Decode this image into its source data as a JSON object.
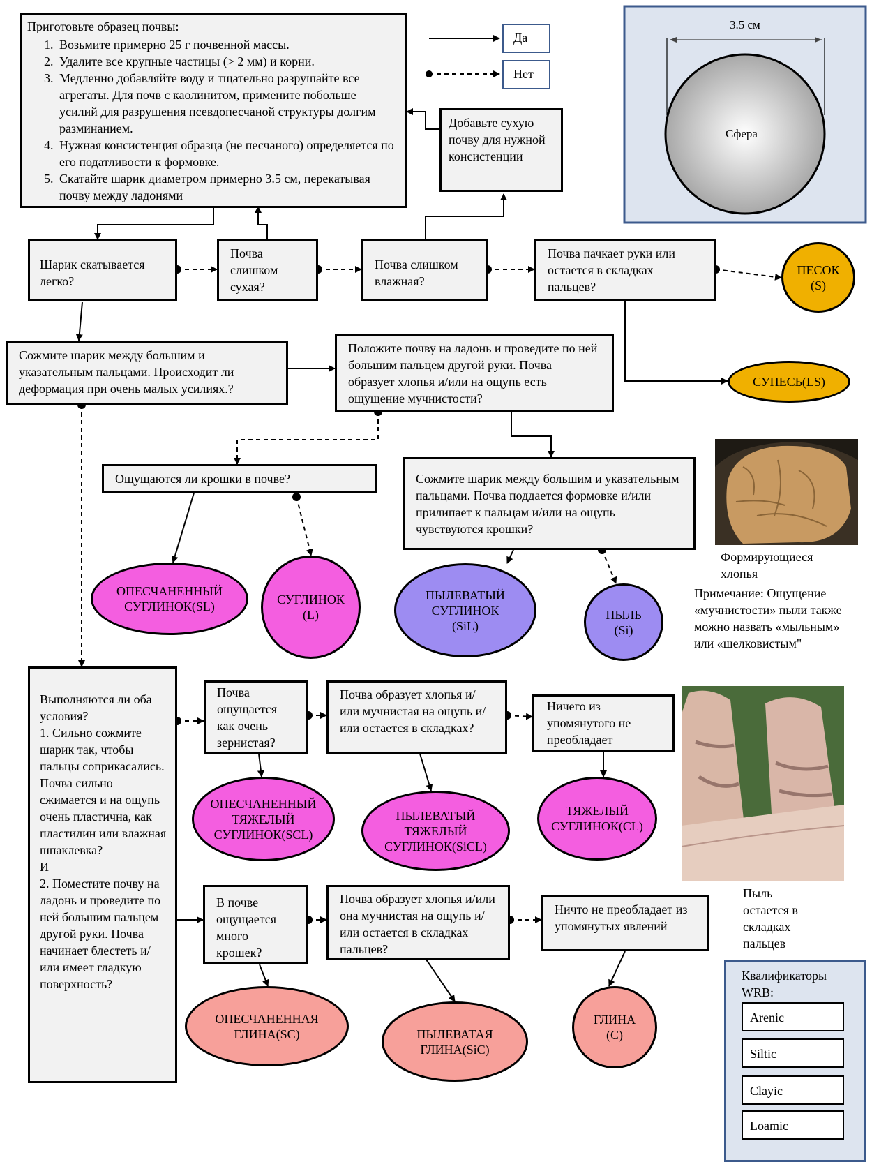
{
  "legend_keys": {
    "yes": "Да",
    "no": "Нет"
  },
  "sphere": {
    "dimension": "3.5 см",
    "label": "Сфера"
  },
  "prep": {
    "title": "Приготовьте образец почвы:",
    "steps": [
      "Возьмите примерно 25 г  почвенной массы.",
      "Удалите все крупные частицы (> 2 мм) и корни.",
      "Медленно добавляйте воду и тщательно разрушайте все агрегаты. Для почв с каолинитом, примените побольше усилий для разрушения псевдопесчаной структуры долгим разминанием.",
      "Нужная консистенция образца (не песчаного) определяется по его податливости к формовке.",
      "Скатайте шарик диаметром примерно 3.5 см, перекатывая почву между ладонями"
    ]
  },
  "boxes": {
    "add_dry": "Добавьте сухую почву для нужной консистенции",
    "ball_rolls": "Шарик скатывается легко?",
    "too_dry": "Почва слишком сухая?",
    "too_wet": "Почва слишком влажная?",
    "stains": "Почва пачкает руки или остается в складках пальцев?",
    "squeeze": "Сожмите шарик между большим и указательным пальцами. Происходит ли деформация при очень малых усилиях.?",
    "palm": "Положите почву на ладонь и проведите по ней большим пальцем другой руки. Почва образует хлопья и/или на ощупь есть ощущение мучнистости?",
    "crumbs": "Ощущаются ли крошки в почве?",
    "squeeze2": "Сожмите шарик между большим и указательным пальцами. Почва поддается формовке и/или прилипает к пальцам и/или на ощупь чувствуются крошки?",
    "both_conditions": "Выполняются ли оба условия?\n1. Сильно сожмите шарик так, чтобы пальцы соприкасались. Почва сильно сжимается и на ощупь очень пластична, как пластилин или влажная шпаклевка?\nИ\n2. Поместите почву на  ладонь и проведите по ней большим пальцем другой руки. Почва начинает блестеть и/или имеет гладкую поверхность?",
    "very_grainy": "Почва ощущается как очень зернистая?",
    "flakes1": "Почва образует хлопья и/или мучнистая на ощупь и/ или остается в складках?",
    "none1": "Ничего из упомянутого не преобладает",
    "many_crumbs": "В почве ощущается много крошек?",
    "flakes2": "Почва образует хлопья и/или  она мучнистая на ощупь и/ или остается в складках пальцев?",
    "none2": "Ничто не преобладает из  упомянутых явлений"
  },
  "classes": {
    "sand": "ПЕСОК\n(S)",
    "loamy_sand": "СУПЕСЬ(LS)",
    "sandy_loam": "ОПЕСЧАНЕННЫЙ\nСУГЛИНОК(SL)",
    "loam": "СУГЛИНОК\n(L)",
    "silt_loam": "ПЫЛЕВАТЫЙ\nСУГЛИНОК\n(SiL)",
    "silt": "ПЫЛЬ\n(Si)",
    "sandy_clay_loam": "ОПЕСЧАНЕННЫЙ\nТЯЖЕЛЫЙ\nСУГЛИНОК(SCL)",
    "silty_clay_loam": "ПЫЛЕВАТЫЙ\nТЯЖЕЛЫЙ\nСУГЛИНОК(SiCL)",
    "clay_loam": "ТЯЖЕЛЫЙ\nСУГЛИНОК(CL)",
    "sandy_clay": "ОПЕСЧАНЕННАЯ\nГЛИНА(SC)",
    "silty_clay": "ПЫЛЕВАТАЯ\nГЛИНА(SiC)",
    "clay": "ГЛИНА\n(С)"
  },
  "captions": {
    "flakes_photo": "Формирующиеся хлопья",
    "note": "Примечание: Ощущение «мучнистости» пыли также можно назвать «мыльным» или «шелковистым\"",
    "silt_photo": "Пыль остается в складках пальцев"
  },
  "wrb": {
    "title": "Квалификаторы WRB:",
    "items": [
      "Arenic",
      "Siltic",
      "Clayic",
      "Loamic"
    ]
  },
  "colors": {
    "sand": "#f0b000",
    "silt": "#9d8cf2",
    "clay": "#f7a09a",
    "loam": "#f45ee0",
    "frame": "#3c5a8c"
  }
}
